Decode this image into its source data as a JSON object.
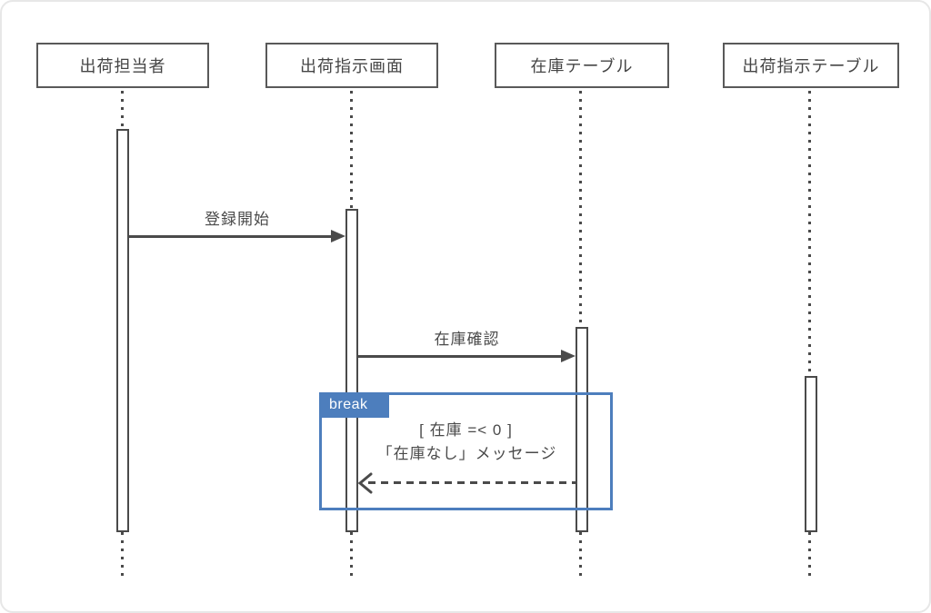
{
  "diagram": {
    "type": "uml-sequence",
    "lifelines": [
      {
        "label": "出荷担当者"
      },
      {
        "label": "出荷指示画面"
      },
      {
        "label": "在庫テーブル"
      },
      {
        "label": "出荷指示テーブル"
      }
    ],
    "messages": [
      {
        "label": "登録開始",
        "from": "出荷担当者",
        "to": "出荷指示画面",
        "type": "sync"
      },
      {
        "label": "在庫確認",
        "from": "出荷指示画面",
        "to": "在庫テーブル",
        "type": "sync"
      },
      {
        "label": "「在庫なし」メッセージ",
        "from": "在庫テーブル",
        "to": "出荷指示画面",
        "type": "return"
      }
    ],
    "fragment": {
      "operator": "break",
      "guard": "[ 在庫 =< 0 ]"
    },
    "colors": {
      "line": "#4a4a4a",
      "fragment_blue": "#4d7ebd",
      "background": "#ffffff",
      "canvas_border": "#e7e7e7"
    }
  }
}
